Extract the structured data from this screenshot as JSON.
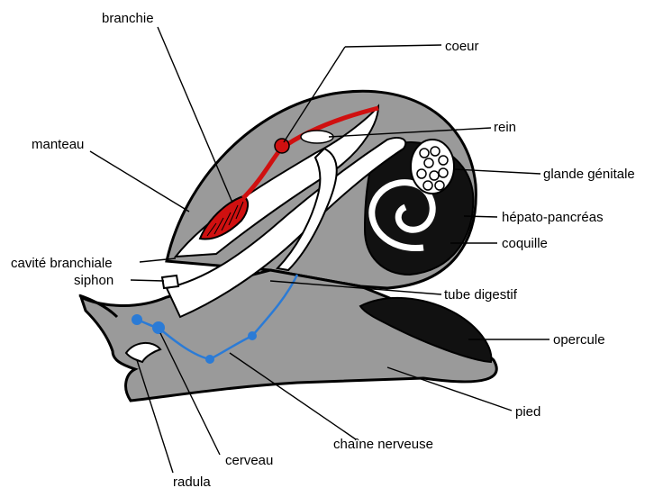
{
  "labels": {
    "branchie": "branchie",
    "coeur": "coeur",
    "rein": "rein",
    "manteau": "manteau",
    "glande_genitale": "glande génitale",
    "hepato_pancreas": "hépato-pancréas",
    "coquille": "coquille",
    "cavite_branchiale": "cavité branchiale",
    "siphon": "siphon",
    "tube_digestif": "tube digestif",
    "opercule": "opercule",
    "pied": "pied",
    "chaine_nerveuse": "chaîne nerveuse",
    "cerveau": "cerveau",
    "radula": "radula"
  },
  "colors": {
    "body": "#9a9a9a",
    "outline": "#000000",
    "gill_heart": "#d01010",
    "nerve": "#2b7bd6",
    "background": "#ffffff"
  }
}
